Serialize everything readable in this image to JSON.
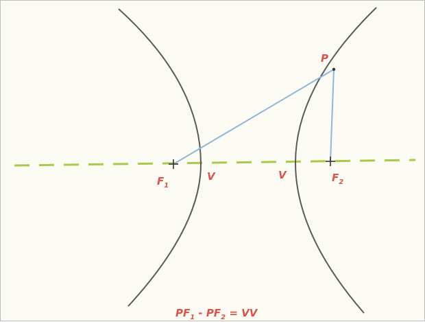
{
  "labels": {
    "point": "P",
    "focus_left": "F",
    "focus_left_sub": "1",
    "focus_right": "F",
    "focus_right_sub": "2",
    "vertex_left": "V",
    "vertex_right": "V"
  },
  "equation": {
    "part1": "PF",
    "sub1": "1",
    "part2": " - PF",
    "sub2": "2",
    "part3": " = VV"
  },
  "colors": {
    "curve": "#5a5a5a",
    "axis": "#a8c94a",
    "segments": "#8fb8d8",
    "labels": "#d9534f",
    "marks": "#333333"
  }
}
